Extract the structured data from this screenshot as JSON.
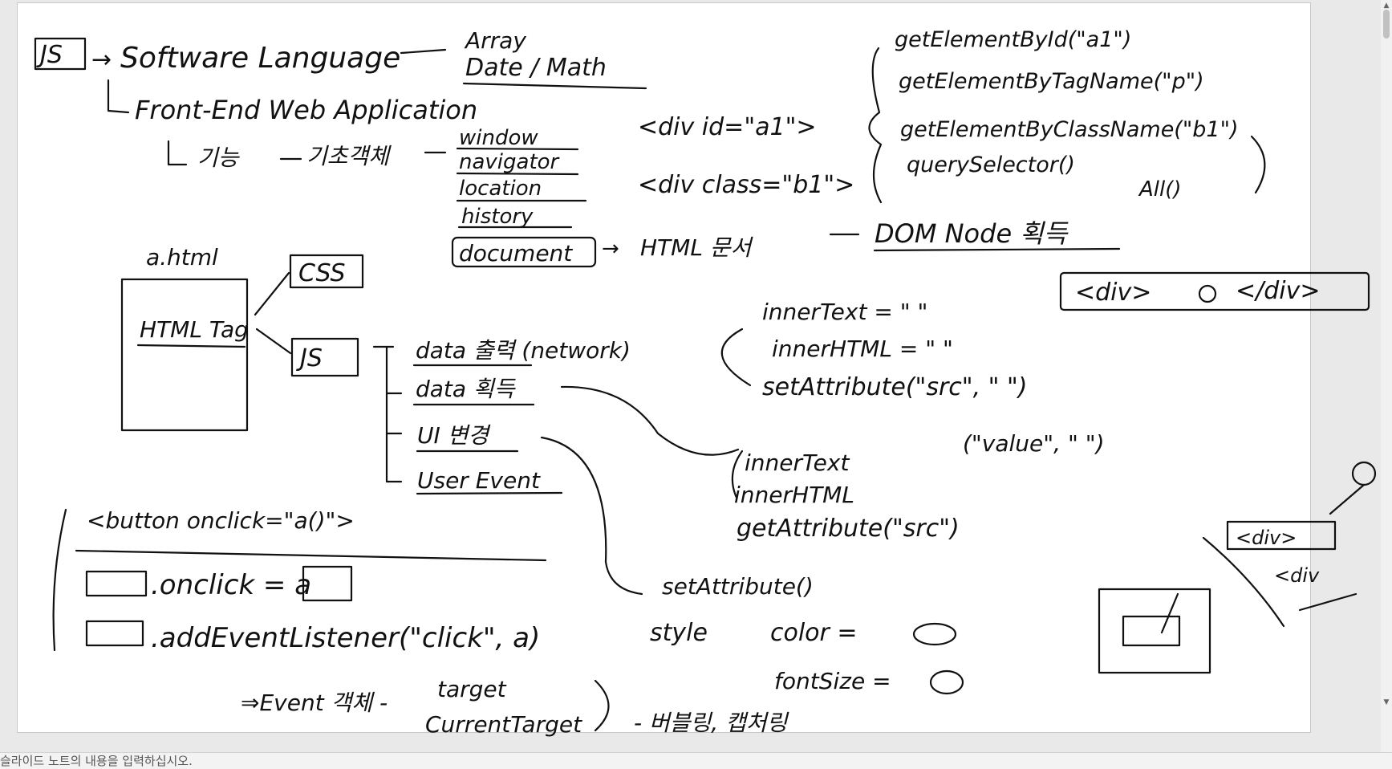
{
  "notes": {
    "placeholder": "슬라이드 노트의 내용을 입력하십시오."
  },
  "ink": {
    "js": "JS",
    "software_language": "Software Language",
    "array": "Array",
    "date_math": "Date / Math",
    "front_end": "Front-End Web Application",
    "gineung": "기능",
    "gicho_gaekche": "기초객체",
    "window": "window",
    "navigator": "navigator",
    "location": "location",
    "history": "history",
    "document": "document",
    "html_munseo": "HTML 문서",
    "dom_node": "DOM Node 획득",
    "div_id": "<div id=\"a1\">",
    "div_class": "<div class=\"b1\">",
    "get_by_id": "getElementById(\"a1\")",
    "get_by_tag": "getElementByTagName(\"p\")",
    "get_by_class": "getElementByClassName(\"b1\")",
    "query_selector": "querySelector()",
    "all": "All()",
    "a_html": "a.html",
    "css": "CSS",
    "html_tag": "HTML Tag",
    "data_output": "data 출력 (network)",
    "data_get": "data 획득",
    "ui_change": "UI 변경",
    "user_event": "User Event",
    "inner_text_eq": "innerText = \" \"",
    "inner_html_eq": "innerHTML = \" \"",
    "set_attr_src": "setAttribute(\"src\", \" \")",
    "set_attr_value": "(\"value\", \" \")",
    "div_tag": "<div>",
    "div_close": "</div>",
    "inner_text2": "innerText",
    "inner_html2": "innerHTML",
    "get_attribute": "getAttribute(\"src\")",
    "button_onclick": "<button onclick=\"a()\">",
    "onclick_a": ".onclick = a",
    "add_listener": ".addEventListener(\"click\", a)",
    "set_attribute": "setAttribute()",
    "style": "style",
    "color": "color =",
    "font_size": "fontSize =",
    "event_gaekche": "⇒Event 객체 -",
    "target": "target",
    "current_target": "CurrentTarget",
    "bubbling": "- 버블링, 캡처링",
    "div_small": "<div>",
    "div_small2": "<div"
  }
}
